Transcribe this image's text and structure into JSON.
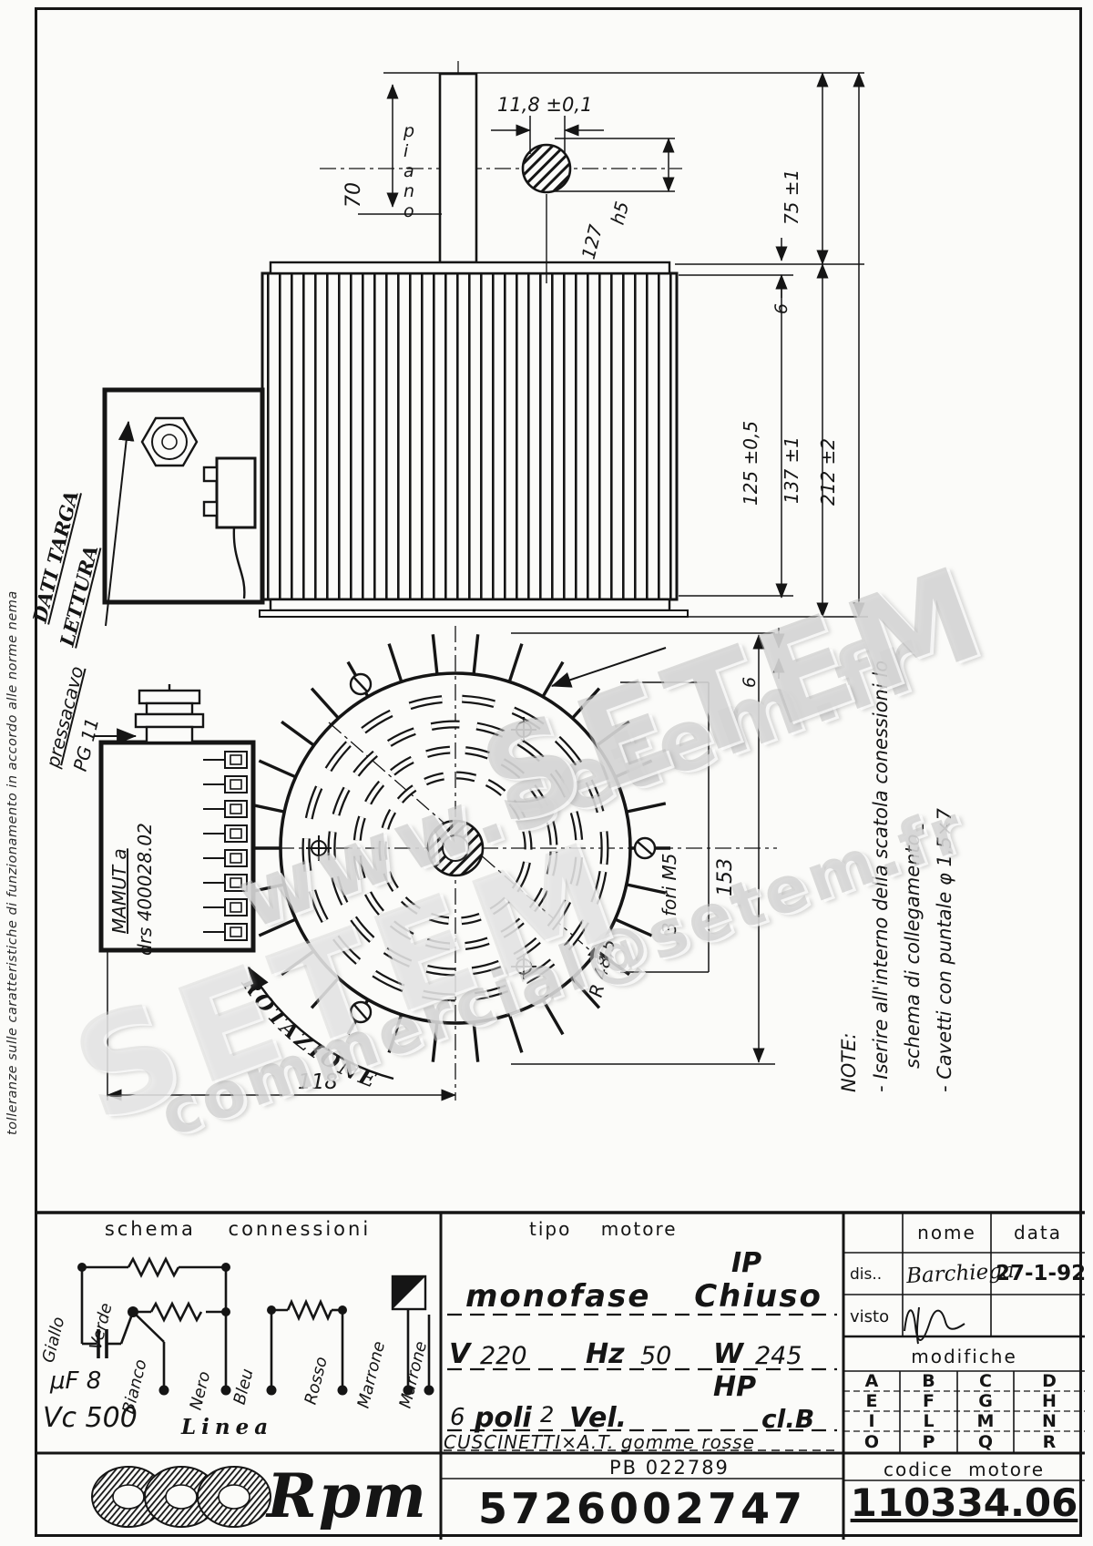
{
  "colors": {
    "ink": "#151515",
    "paper": "#fbfbf9",
    "watermark": "#bababa"
  },
  "page": {
    "side_note": "tolleranze sulle caratteristiche di funzionamento in accordo alle norme nema"
  },
  "watermarks": {
    "w1": "www.setem.fr",
    "w2": "SETEM",
    "w3": "commercial@setem.fr",
    "w4": "SETEM"
  },
  "drawing": {
    "dims": {
      "d70": "70",
      "piano": "piano",
      "key_w": "11,8 ±0,1",
      "key_h": "h5",
      "d127": "127",
      "d75": "75 ±1",
      "d6_top": "6",
      "d6_bottom": "6",
      "d125": "125 ±0,5",
      "d137": "137 ±1",
      "d212": "212 ±2",
      "d153": "153",
      "d118": "118",
      "r485": "R 48,5",
      "fori": "3 fori M5",
      "rotazione": "ROTAZIONE"
    },
    "labels": {
      "dati_targa": "DATI TARGA",
      "lettura": "LETTURA",
      "pressacavo": "pressacavo",
      "pg11": "PG 11",
      "mamut_1": "MAMUT a",
      "mamut_2": "drs 400028.02"
    },
    "note": {
      "title": "NOTE:",
      "l1": "- Iserire all'interno della scatola conessioni lo",
      "l2": "schema di collegamento_",
      "l3": "- Cavetti con puntale φ 1,5×7"
    }
  },
  "titleblock": {
    "schema": {
      "title": "schema  connessioni",
      "wire_labels": [
        "Giallo",
        "Verde",
        "Bianco",
        "Nero",
        "Bleu",
        "Rosso",
        "Marrone",
        "Marrone"
      ],
      "uf": "μF 8",
      "vc": "Vc 500",
      "linea": "Linea"
    },
    "tipo": {
      "header": "tipo  motore",
      "ip": "IP",
      "name": "monofase  Chiuso",
      "v": "V",
      "v_val": "220",
      "hz": "Hz",
      "hz_val": "50",
      "w": "W",
      "w_val": "245",
      "hp": "HP",
      "poli_n": "6",
      "poli": "poli",
      "vel_n": "2",
      "vel": "Vel.",
      "classe": "cl.B",
      "cuscinetti": "CUSCINETTI×A.T.  gomme rosse",
      "pb": "PB  022789",
      "serial": "5726002747"
    },
    "approval": {
      "nome": "nome",
      "data": "data",
      "dis": "dis..",
      "dis_name": "Barchiega",
      "dis_date": "27-1-92",
      "visto": "visto",
      "modifiche": "modifiche",
      "grid": [
        [
          "A",
          "B",
          "C",
          "D"
        ],
        [
          "E",
          "F",
          "G",
          "H"
        ],
        [
          "I",
          "L",
          "M",
          "N"
        ],
        [
          "O",
          "P",
          "Q",
          "R"
        ]
      ],
      "codice_label": "codice motore",
      "codice": "110334.06"
    },
    "logo": "Rpm"
  }
}
